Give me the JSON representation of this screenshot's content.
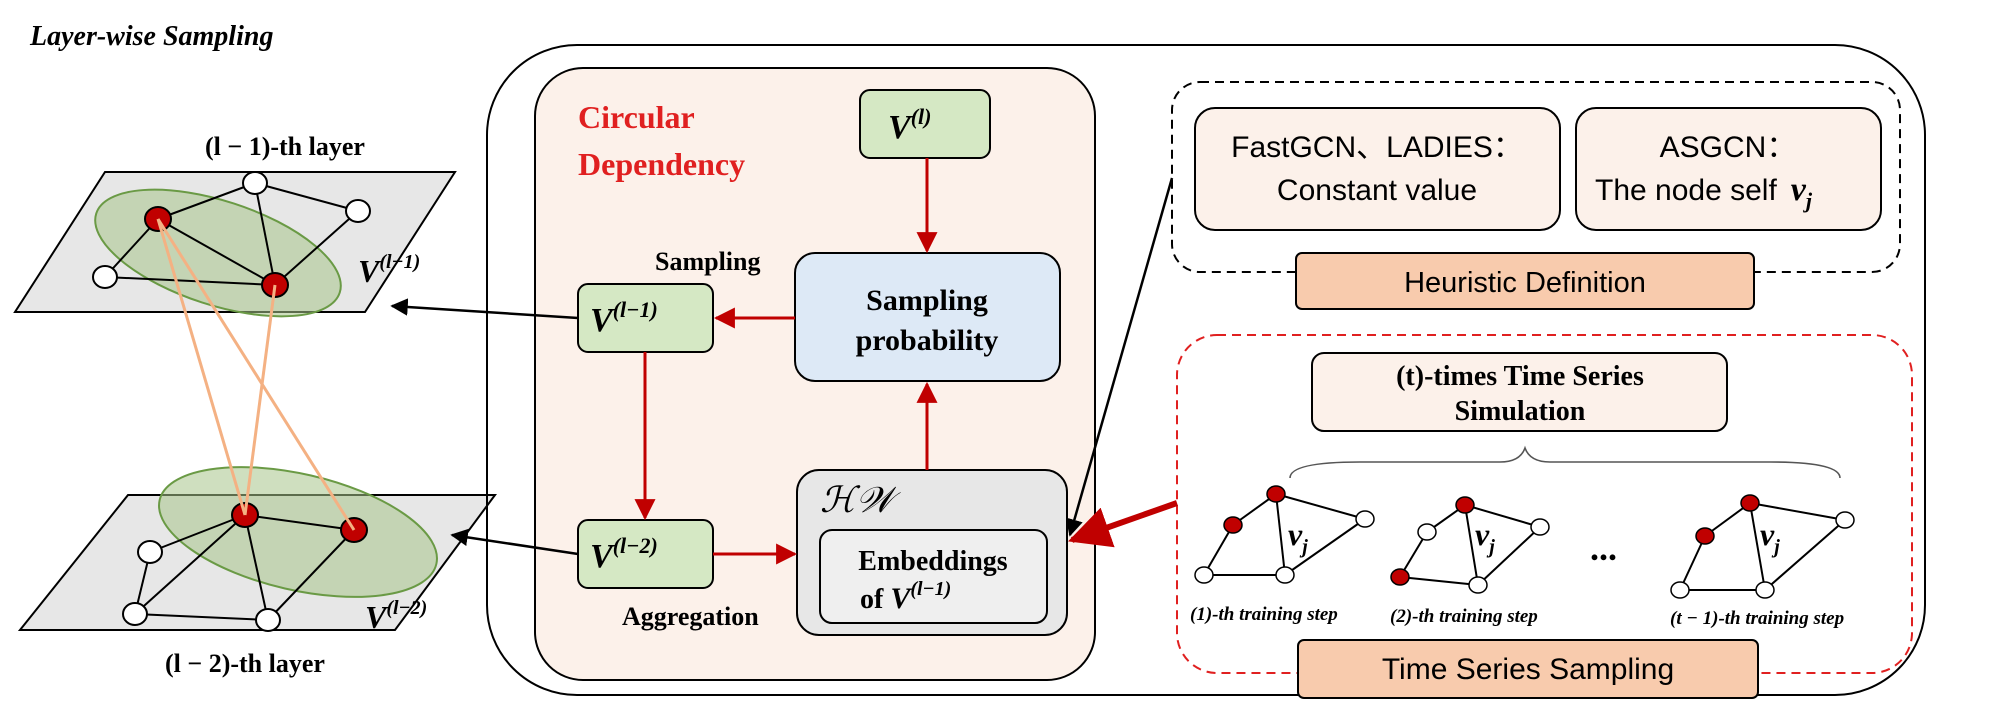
{
  "title": "Layer-wise Sampling",
  "layers": {
    "upper_label": "(l − 1)-th layer",
    "lower_label": "(l − 2)-th layer",
    "upper_set_base": "V",
    "upper_set_sup": "(l−1)",
    "lower_set_base": "V",
    "lower_set_sup": "(l−2)"
  },
  "circular": {
    "title_line1": "Circular",
    "title_line2": "Dependency",
    "v_l_base": "V",
    "v_l_sup": "(l)",
    "v_l1_base": "V",
    "v_l1_sup": "(l−1)",
    "v_l2_base": "V",
    "v_l2_sup": "(l−2)",
    "sampling_label": "Sampling",
    "aggregation_label": "Aggregation",
    "prob_line1": "Sampling",
    "prob_line2": "probability",
    "hw_label": "ℋ𝒲",
    "emb_line1": "Embeddings",
    "emb_line2_prefix": "of ",
    "emb_line2_base": "V",
    "emb_line2_sup": "(l−1)"
  },
  "heuristic": {
    "box1_line1": "FastGCN、LADIES：",
    "box1_line2": "Constant value",
    "box2_line1": "ASGCN：",
    "box2_line2": "The node self",
    "box2_var": "v",
    "box2_sub": "j",
    "label": "Heuristic Definition"
  },
  "time_series": {
    "sim_line1": "(t)-times Time Series",
    "sim_line2": "Simulation",
    "node_var": "v",
    "node_sub": "j",
    "step1": "(1)-th training step",
    "step2": "(2)-th training step",
    "step3": "(t − 1)-th training step",
    "ellipsis": "...",
    "label": "Time Series Sampling"
  },
  "colors": {
    "red_arrow": "#c00000",
    "green_box": "#d5e8c4",
    "blue_box": "#dde9f6",
    "peach_panel": "#fcf1ea",
    "orange_label": "#f8cbad",
    "node_red": "#c00000",
    "ellipse_green": "#a8c48a"
  }
}
